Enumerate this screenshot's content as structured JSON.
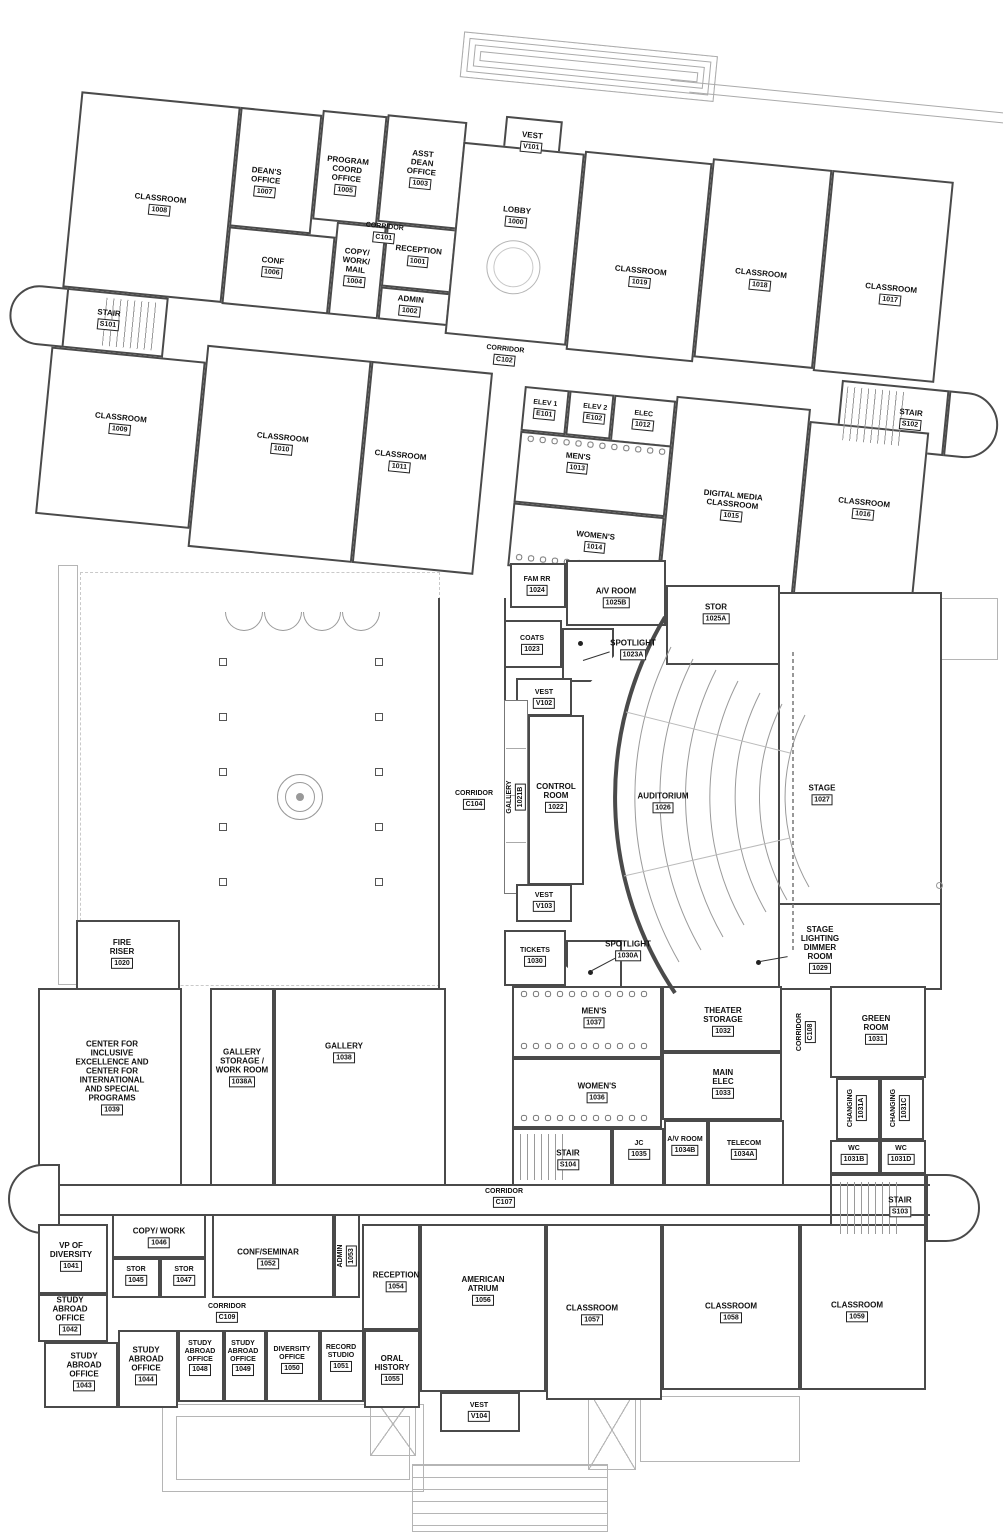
{
  "drawing": {
    "kind": "architectural floor plan"
  },
  "colors": {
    "wall": "#4a4a4a",
    "light_line": "#9a9a9a",
    "label_text": "#111111",
    "background": "#ffffff"
  },
  "rooms": {
    "r1008": {
      "name": "CLASSROOM",
      "num": "1008"
    },
    "r1007": {
      "name": "DEAN'S OFFICE",
      "num": "1007"
    },
    "r1005": {
      "name": "PROGRAM COORD OFFICE",
      "num": "1005"
    },
    "r1003": {
      "name": "ASST DEAN OFFICE",
      "num": "1003"
    },
    "c101": {
      "name": "CORRIDOR",
      "num": "C101"
    },
    "r1006": {
      "name": "CONF",
      "num": "1006"
    },
    "r1004": {
      "name": "COPY/ WORK/ MAIL",
      "num": "1004"
    },
    "r1001": {
      "name": "RECEPTION",
      "num": "1001"
    },
    "r1002": {
      "name": "ADMIN",
      "num": "1002"
    },
    "v101": {
      "name": "VEST",
      "num": "V101"
    },
    "r1000": {
      "name": "LOBBY",
      "num": "1000"
    },
    "r1019": {
      "name": "CLASSROOM",
      "num": "1019"
    },
    "r1018": {
      "name": "CLASSROOM",
      "num": "1018"
    },
    "r1017": {
      "name": "CLASSROOM",
      "num": "1017"
    },
    "s101": {
      "name": "STAIR",
      "num": "S101"
    },
    "c102": {
      "name": "CORRIDOR",
      "num": "C102"
    },
    "r1009": {
      "name": "CLASSROOM",
      "num": "1009"
    },
    "r1010": {
      "name": "CLASSROOM",
      "num": "1010"
    },
    "r1011": {
      "name": "CLASSROOM",
      "num": "1011"
    },
    "e101": {
      "name": "ELEV 1",
      "num": "E101"
    },
    "e102": {
      "name": "ELEV 2",
      "num": "E102"
    },
    "r1012": {
      "name": "ELEC",
      "num": "1012"
    },
    "r1013": {
      "name": "MEN'S",
      "num": "1013"
    },
    "r1014": {
      "name": "WOMEN'S",
      "num": "1014"
    },
    "r1015": {
      "name": "DIGITAL MEDIA CLASSROOM",
      "num": "1015"
    },
    "r1016": {
      "name": "CLASSROOM",
      "num": "1016"
    },
    "s102": {
      "name": "STAIR",
      "num": "S102"
    },
    "r1024": {
      "name": "FAM RR",
      "num": "1024"
    },
    "r1025b": {
      "name": "A/V ROOM",
      "num": "1025B"
    },
    "r1025a": {
      "name": "STOR",
      "num": "1025A"
    },
    "r1023": {
      "name": "COATS",
      "num": "1023"
    },
    "r1023a": {
      "name": "SPOTLIGHT",
      "num": "1023A"
    },
    "v102": {
      "name": "VEST",
      "num": "V102"
    },
    "c104": {
      "name": "CORRIDOR",
      "num": "C104"
    },
    "r1021b": {
      "name": "GALLERY",
      "num": "1021B"
    },
    "r1022": {
      "name": "CONTROL ROOM",
      "num": "1022"
    },
    "r1026": {
      "name": "AUDITORIUM",
      "num": "1026"
    },
    "r1027": {
      "name": "STAGE",
      "num": "1027"
    },
    "v103": {
      "name": "VEST",
      "num": "V103"
    },
    "r1030": {
      "name": "TICKETS",
      "num": "1030"
    },
    "r1030a": {
      "name": "SPOTLIGHT",
      "num": "1030A"
    },
    "r1029": {
      "name": "STAGE LIGHTING DIMMER ROOM",
      "num": "1029"
    },
    "r1020": {
      "name": "FIRE RISER",
      "num": "1020"
    },
    "r1039": {
      "name": "CENTER FOR INCLUSIVE EXCELLENCE AND CENTER FOR INTERNATIONAL AND SPECIAL PROGRAMS",
      "num": "1039"
    },
    "r1038a": {
      "name": "GALLERY STORAGE / WORK ROOM",
      "num": "1038A"
    },
    "r1038": {
      "name": "GALLERY",
      "num": "1038"
    },
    "r1037": {
      "name": "MEN'S",
      "num": "1037"
    },
    "r1036": {
      "name": "WOMEN'S",
      "num": "1036"
    },
    "r1032": {
      "name": "THEATER STORAGE",
      "num": "1032"
    },
    "r1033": {
      "name": "MAIN ELEC",
      "num": "1033"
    },
    "c108": {
      "name": "CORRIDOR",
      "num": "C108"
    },
    "r1031": {
      "name": "GREEN ROOM",
      "num": "1031"
    },
    "r1031a": {
      "name": "CHANGING",
      "num": "1031A"
    },
    "r1031c": {
      "name": "CHANGING",
      "num": "1031C"
    },
    "r1031b": {
      "name": "WC",
      "num": "1031B"
    },
    "r1031d": {
      "name": "WC",
      "num": "1031D"
    },
    "s104": {
      "name": "STAIR",
      "num": "S104"
    },
    "r1035": {
      "name": "JC",
      "num": "1035"
    },
    "r1034b": {
      "name": "A/V ROOM",
      "num": "1034B"
    },
    "r1034a": {
      "name": "TELECOM",
      "num": "1034A"
    },
    "s103": {
      "name": "STAIR",
      "num": "S103"
    },
    "c107": {
      "name": "CORRIDOR",
      "num": "C107"
    },
    "r1041": {
      "name": "VP OF DIVERSITY",
      "num": "1041"
    },
    "r1046": {
      "name": "COPY/ WORK",
      "num": "1046"
    },
    "r1045": {
      "name": "STOR",
      "num": "1045"
    },
    "r1047": {
      "name": "STOR",
      "num": "1047"
    },
    "r1052": {
      "name": "CONF/SEMINAR",
      "num": "1052"
    },
    "r1053": {
      "name": "ADMIN",
      "num": "1053"
    },
    "r1054": {
      "name": "RECEPTION",
      "num": "1054"
    },
    "r1056": {
      "name": "AMERICAN ATRIUM",
      "num": "1056"
    },
    "r1042": {
      "name": "STUDY ABROAD OFFICE",
      "num": "1042"
    },
    "c109": {
      "name": "CORRIDOR",
      "num": "C109"
    },
    "r1043": {
      "name": "STUDY ABROAD OFFICE",
      "num": "1043"
    },
    "r1044": {
      "name": "STUDY ABROAD OFFICE",
      "num": "1044"
    },
    "r1048": {
      "name": "STUDY ABROAD OFFICE",
      "num": "1048"
    },
    "r1049": {
      "name": "STUDY ABROAD OFFICE",
      "num": "1049"
    },
    "r1050": {
      "name": "DIVERSITY OFFICE",
      "num": "1050"
    },
    "r1051": {
      "name": "RECORD STUDIO",
      "num": "1051"
    },
    "r1055": {
      "name": "ORAL HISTORY",
      "num": "1055"
    },
    "v104": {
      "name": "VEST",
      "num": "V104"
    },
    "r1057": {
      "name": "CLASSROOM",
      "num": "1057"
    },
    "r1058": {
      "name": "CLASSROOM",
      "num": "1058"
    },
    "r1059": {
      "name": "CLASSROOM",
      "num": "1059"
    }
  }
}
